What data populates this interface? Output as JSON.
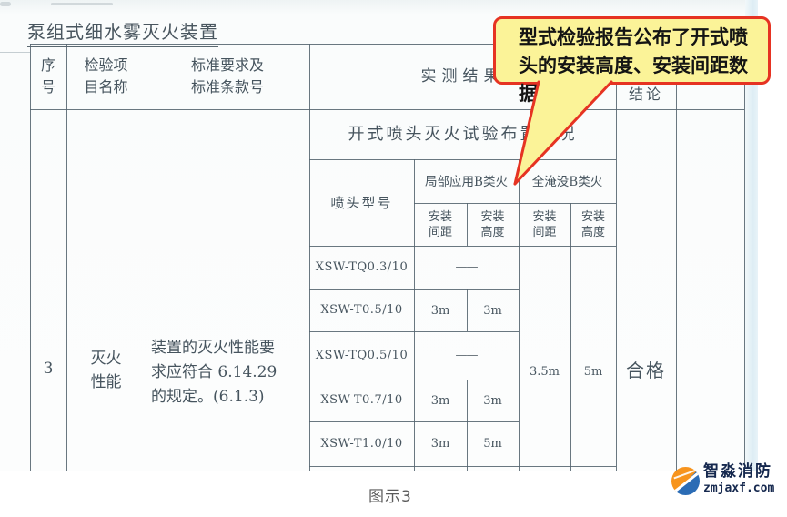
{
  "doc": {
    "title": "泵组式细水雾灭火装置"
  },
  "table": {
    "header_seq": "序\n号",
    "header_item": "检验项\n目名称",
    "header_std": "标准要求及\n标准条款号",
    "header_result": "实测结果",
    "header_conclusion": "结论"
  },
  "nested": {
    "title": "开式喷头灭火试验布置情况",
    "header_model": "喷头型号",
    "header_group_local": "局部应用B类火",
    "header_group_flood": "全淹没B类火",
    "sub_spacing": "安装\n间距",
    "sub_height": "安装\n高度",
    "rows": [
      {
        "model": "XSW-TQ0.3/10",
        "dash": "——"
      },
      {
        "model": "XSW-T0.5/10",
        "spacing": "3m",
        "height": "3m"
      },
      {
        "model": "XSW-TQ0.5/10",
        "dash": "——"
      },
      {
        "model": "XSW-T0.7/10",
        "spacing": "3m",
        "height": "3m"
      },
      {
        "model": "XSW-T1.0/10",
        "spacing": "3m",
        "height": "5m"
      }
    ],
    "flood_spacing": "3.5m",
    "flood_height": "5m"
  },
  "result_row": {
    "seq": "3",
    "item": "灭火\n性能",
    "standard": "装置的灭火性能要\n求应符合 6.14.29\n的规定。(6.1.3)",
    "conclusion": "合格"
  },
  "callout": {
    "text": "型式检验报告公布了开式喷\n头的安装高度、安装间距数据"
  },
  "footer": {
    "caption": "图示3"
  },
  "logo": {
    "name": "智淼消防",
    "url": "zmjaxf.com"
  },
  "colors": {
    "callout-bg": "#fbf398",
    "callout-border": "#e63322",
    "line": "#54646e",
    "ink": "#46545e",
    "navy": "#15284e",
    "logo-orange": "#f7941d",
    "logo-blue": "#2b6cb5"
  }
}
